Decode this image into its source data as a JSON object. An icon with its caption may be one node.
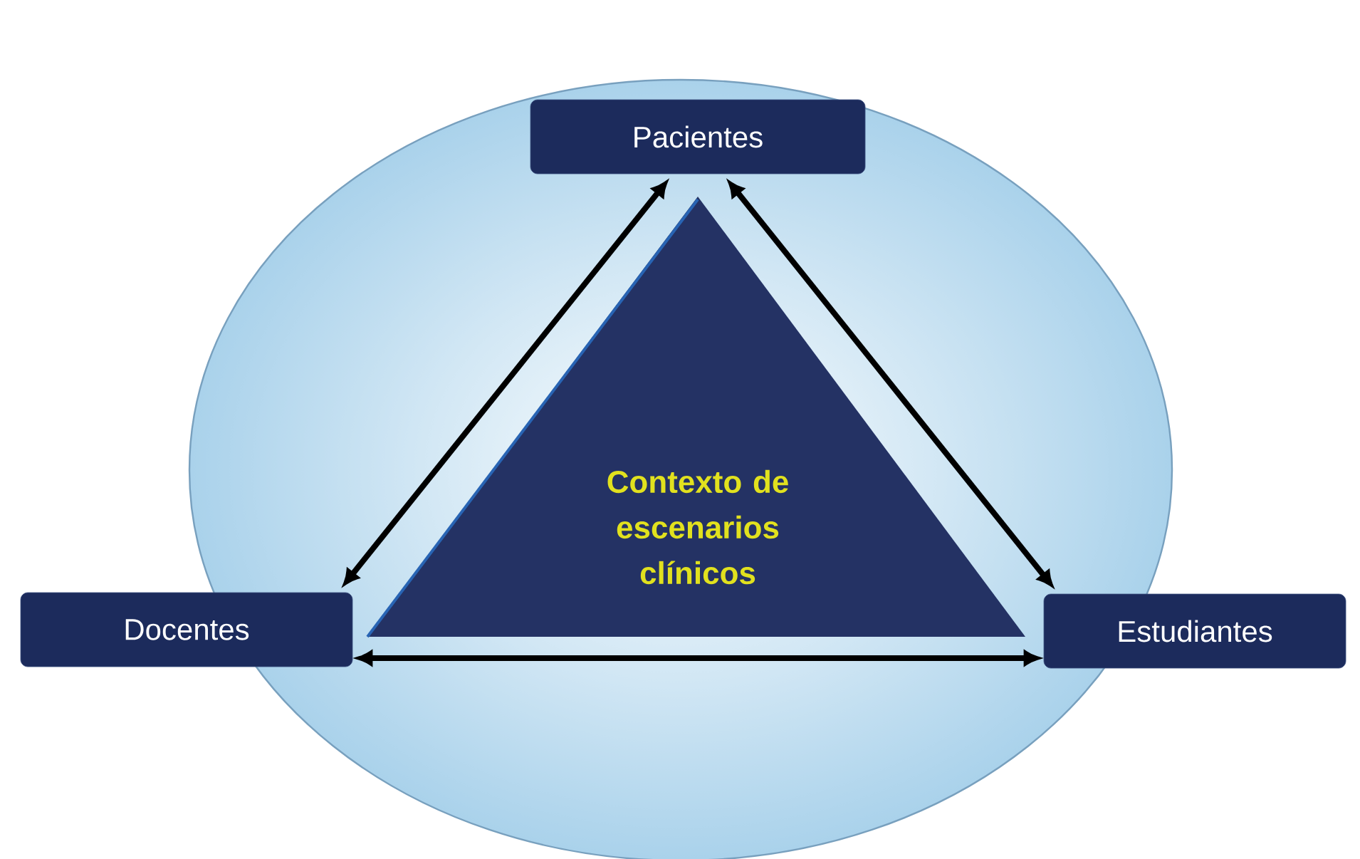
{
  "diagram": {
    "nodes": [
      {
        "text": [],
        "shape": "circle"
      },
      {
        "text": [
          "Pacientes"
        ],
        "in": 0
      },
      {
        "text": [
          "Contexto de escenarios clínicos"
        ],
        "in": 0
      },
      {
        "text": [
          "Docentes"
        ]
      },
      {
        "text": [
          "Estudiantes"
        ]
      }
    ],
    "edges": [
      {
        "from": 1,
        "to": 3,
        "arrow": "both"
      },
      {
        "from": 1,
        "to": 4,
        "arrow": "both"
      },
      {
        "from": 3,
        "to": 4,
        "arrow": "both"
      }
    ]
  }
}
